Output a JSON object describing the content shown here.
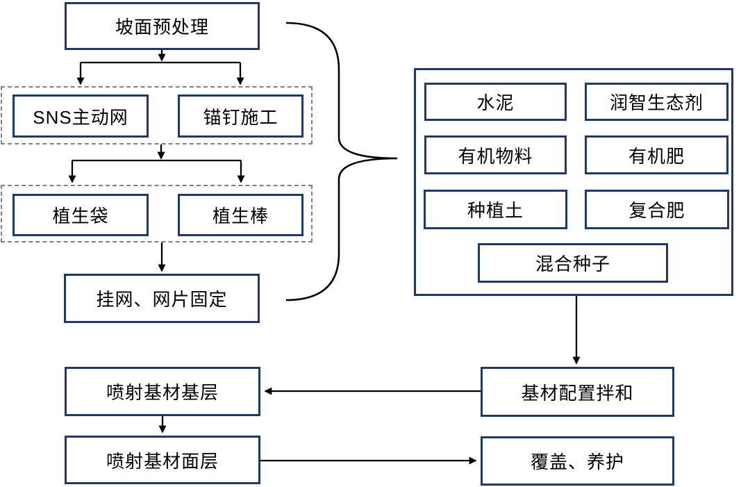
{
  "diagram": {
    "title": "slope-revegetation-construction-flowchart",
    "boxes": {
      "slope_pretreatment": "坡面预处理",
      "sns_net": "SNS主动网",
      "anchor_bolt": "锚钉施工",
      "vegetation_bag": "植生袋",
      "vegetation_rod": "植生棒",
      "hang_net_fix": "挂网、网片固定",
      "cement": "水泥",
      "runzhi_eco_agent": "润智生态剂",
      "organic_material": "有机物料",
      "organic_fertilizer": "有机肥",
      "planting_soil": "种植土",
      "compound_fertilizer": "复合肥",
      "mixed_seeds": "混合种子",
      "substrate_mixing": "基材配置拌和",
      "spray_base_layer": "喷射基材基层",
      "spray_surface_layer": "喷射基材面层",
      "cover_maintenance": "覆盖、养护"
    },
    "colors": {
      "box_border": "#1f3864",
      "connector_line": "#000000",
      "dashed_group_border": "#7f7f7f",
      "background": "#ffffff",
      "text": "#000000"
    }
  }
}
